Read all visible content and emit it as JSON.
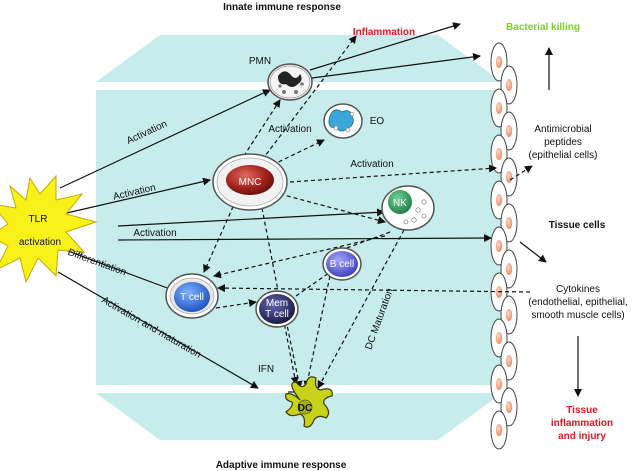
{
  "header": "Innate immune response",
  "footer": "Adaptive immune response",
  "outcomes": {
    "inflammation": "Inflammation",
    "bacterial_killing": "Bacterial killing",
    "tissue_injury": [
      "Tissue",
      "inflammation",
      "and injury"
    ]
  },
  "trigger": [
    "TLR",
    "activation"
  ],
  "cells": {
    "pmn": "PMN",
    "eo": "EO",
    "mnc": "MNC",
    "nk": "NK",
    "b_cell": "B cell",
    "t_cell": "T cell",
    "mem_t_cell": [
      "Mem",
      "T cell"
    ],
    "dc": "DC"
  },
  "tissue": {
    "title": "Tissue cells",
    "antimicrobial": [
      "Antimicrobial",
      "peptides",
      "(epithelial cells)"
    ],
    "cytokines": [
      "Cytokines",
      "(endothelial, epithelial,",
      "smooth muscle cells)"
    ]
  },
  "arrow_labels": {
    "activation_pmn": "Activation",
    "activation_eo": "Activation",
    "activation_mnc": "Activation",
    "activation_epithelial": "Activation",
    "activation_tissue": "Activation",
    "differentiation": "Differentiation",
    "activation_maturation": "Activation and maturation",
    "ifn": "IFN",
    "dc_maturation": "DC Maturation"
  },
  "colors": {
    "background_panel": "#c6ecec",
    "outcome_red": "#e0161d",
    "bacterial_green": "#7cd11e",
    "tlr_burst": "#f8f21a",
    "mnc_fill": "#a4221c",
    "nk_fill": "#2f9c57",
    "b_cell_fill": "#5d5fd8",
    "t_cell_fill": "#2f6de0",
    "mem_t_fill": "#2b2c6a",
    "dc_fill": "#c8d21a",
    "eo_granule": "#3ca6d8",
    "tissue_nucleus": "#f2a98a"
  }
}
